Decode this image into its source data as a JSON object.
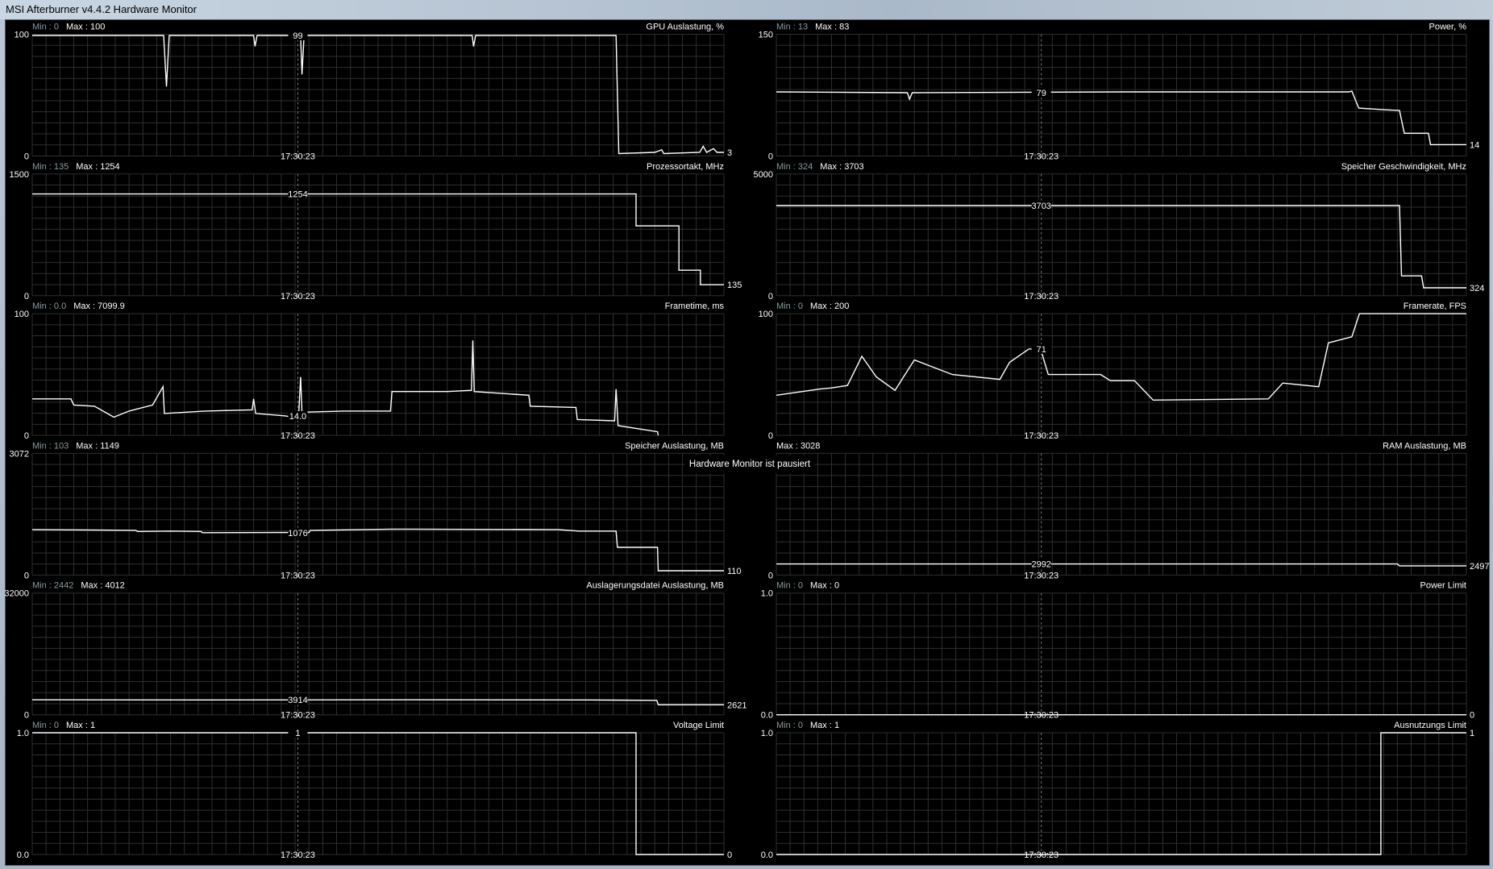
{
  "window": {
    "title": "MSI Afterburner v4.4.2 Hardware Monitor"
  },
  "paused_notice": "Hardware Monitor ist pausiert",
  "cursor_time": "17:30:23",
  "colors": {
    "background": "#000000",
    "grid": "#2e2e2e",
    "line": "#ffffff",
    "min_label": "#8a9aa0"
  },
  "chart_data": [
    {
      "type": "line",
      "title": "GPU Auslastung, %",
      "min_label": "Min : 0",
      "max_label": "Max : 100",
      "ylim": [
        0,
        100
      ],
      "ytick_top": "100",
      "ytick_bottom": "0",
      "cursor_value": "99",
      "end_value": "3",
      "column": "left",
      "row": 0,
      "points": [
        [
          0,
          99
        ],
        [
          19,
          99
        ],
        [
          19.4,
          57
        ],
        [
          19.8,
          99
        ],
        [
          32,
          99
        ],
        [
          32.2,
          90
        ],
        [
          32.5,
          99
        ],
        [
          38.8,
          99
        ],
        [
          39,
          67
        ],
        [
          39.3,
          99
        ],
        [
          63.6,
          99
        ],
        [
          63.8,
          90
        ],
        [
          64.1,
          99
        ],
        [
          84.4,
          99
        ],
        [
          84.8,
          2
        ],
        [
          90,
          3
        ],
        [
          91,
          5
        ],
        [
          91.3,
          2
        ],
        [
          96.5,
          3
        ],
        [
          97,
          8
        ],
        [
          97.5,
          3
        ],
        [
          98.5,
          6
        ],
        [
          99,
          3
        ],
        [
          100,
          3
        ]
      ]
    },
    {
      "type": "line",
      "title": "Power, %",
      "min_label": "Min : 13",
      "max_label": "Max : 83",
      "ylim": [
        0,
        150
      ],
      "ytick_top": "150",
      "ytick_bottom": "0",
      "cursor_value": "79",
      "end_value": "14",
      "column": "right",
      "row": 0,
      "points": [
        [
          0,
          79
        ],
        [
          19,
          78
        ],
        [
          19.3,
          70
        ],
        [
          19.7,
          78
        ],
        [
          50,
          79
        ],
        [
          83,
          79
        ],
        [
          83.4,
          80
        ],
        [
          84.4,
          59
        ],
        [
          88,
          57
        ],
        [
          90.3,
          56
        ],
        [
          91,
          28
        ],
        [
          94.5,
          28
        ],
        [
          94.8,
          14
        ],
        [
          100,
          14
        ]
      ]
    },
    {
      "type": "line",
      "title": "Prozessortakt, MHz",
      "min_label": "Min : 135",
      "max_label": "Max : 1254",
      "ylim": [
        0,
        1500
      ],
      "ytick_top": "1500",
      "ytick_bottom": "0",
      "cursor_value": "1254",
      "end_value": "135",
      "column": "left",
      "row": 1,
      "points": [
        [
          0,
          1254
        ],
        [
          87.3,
          1254
        ],
        [
          87.3,
          860
        ],
        [
          93.5,
          860
        ],
        [
          93.5,
          314
        ],
        [
          96.6,
          314
        ],
        [
          96.6,
          135
        ],
        [
          100,
          135
        ]
      ]
    },
    {
      "type": "line",
      "title": "Speicher Geschwindigkeit, MHz",
      "min_label": "Min : 324",
      "max_label": "Max : 3703",
      "ylim": [
        0,
        5000
      ],
      "ytick_top": "5000",
      "ytick_bottom": "0",
      "cursor_value": "3703",
      "end_value": "324",
      "column": "right",
      "row": 1,
      "points": [
        [
          0,
          3703
        ],
        [
          90.3,
          3703
        ],
        [
          90.6,
          814
        ],
        [
          93.5,
          814
        ],
        [
          93.8,
          324
        ],
        [
          100,
          324
        ]
      ]
    },
    {
      "type": "line",
      "title": "Frametime, ms",
      "min_label": "Min : 0.0",
      "max_label": "Max : 7099.9",
      "ylim": [
        0,
        100
      ],
      "ytick_top": "100",
      "ytick_bottom": "0",
      "cursor_value": "14.0",
      "end_value": "",
      "column": "left",
      "row": 2,
      "points": [
        [
          0,
          30
        ],
        [
          5.6,
          30
        ],
        [
          6,
          25
        ],
        [
          9,
          24
        ],
        [
          11.8,
          15
        ],
        [
          14,
          20
        ],
        [
          17.4,
          25
        ],
        [
          18.9,
          40
        ],
        [
          19.1,
          18
        ],
        [
          25,
          20
        ],
        [
          31.8,
          21
        ],
        [
          32,
          30
        ],
        [
          32.3,
          18
        ],
        [
          36.6,
          16
        ],
        [
          38.5,
          14
        ],
        [
          38.8,
          48
        ],
        [
          39,
          19
        ],
        [
          45,
          20
        ],
        [
          51.8,
          20
        ],
        [
          52,
          36
        ],
        [
          60,
          36
        ],
        [
          63.5,
          37
        ],
        [
          63.7,
          78
        ],
        [
          63.9,
          36
        ],
        [
          71.8,
          33
        ],
        [
          72,
          24
        ],
        [
          78.6,
          23
        ],
        [
          78.8,
          13
        ],
        [
          84.2,
          12
        ],
        [
          84.4,
          38
        ],
        [
          84.7,
          8
        ],
        [
          90.4,
          3
        ],
        [
          90.5,
          0
        ]
      ]
    },
    {
      "type": "line",
      "title": "Framerate, FPS",
      "min_label": "Min : 0",
      "max_label": "Max : 200",
      "ylim": [
        0,
        100
      ],
      "ytick_top": "100",
      "ytick_bottom": "0",
      "cursor_value": "71",
      "end_value": "",
      "column": "right",
      "row": 2,
      "points": [
        [
          0,
          33
        ],
        [
          6.2,
          38
        ],
        [
          8,
          39
        ],
        [
          10.3,
          41
        ],
        [
          12.4,
          65
        ],
        [
          14.5,
          48
        ],
        [
          17.2,
          37
        ],
        [
          20,
          62
        ],
        [
          25.5,
          50
        ],
        [
          32.4,
          46
        ],
        [
          33.8,
          60
        ],
        [
          36.6,
          71
        ],
        [
          38.3,
          71
        ],
        [
          39.4,
          50
        ],
        [
          47,
          50
        ],
        [
          48.4,
          45
        ],
        [
          51.9,
          45
        ],
        [
          54.6,
          29
        ],
        [
          71.3,
          30
        ],
        [
          73.4,
          43
        ],
        [
          78.6,
          40
        ],
        [
          80,
          76
        ],
        [
          83.4,
          81
        ],
        [
          84.5,
          100
        ],
        [
          100,
          100
        ]
      ]
    },
    {
      "type": "line",
      "title": "Speicher Auslastung, MB",
      "min_label": "Min : 103",
      "max_label": "Max : 1149",
      "ylim": [
        0,
        3072
      ],
      "ytick_top": "3072",
      "ytick_bottom": "0",
      "cursor_value": "1076",
      "end_value": "110",
      "column": "left",
      "row": 3,
      "points": [
        [
          0,
          1150
        ],
        [
          15,
          1130
        ],
        [
          15.2,
          1100
        ],
        [
          20,
          1110
        ],
        [
          24.4,
          1100
        ],
        [
          24.6,
          1070
        ],
        [
          39,
          1076
        ],
        [
          40,
          1076
        ],
        [
          40.2,
          1130
        ],
        [
          52,
          1160
        ],
        [
          76,
          1150
        ],
        [
          79,
          1110
        ],
        [
          84.4,
          1110
        ],
        [
          84.6,
          700
        ],
        [
          90.4,
          700
        ],
        [
          90.5,
          110
        ],
        [
          100,
          110
        ]
      ]
    },
    {
      "type": "line",
      "title": "RAM Auslastung, MB",
      "min_label": "",
      "max_label": "Max : 3028",
      "ylim": [
        0,
        32768
      ],
      "ytick_top": "",
      "ytick_bottom": "0",
      "cursor_value": "2992",
      "end_value": "2497",
      "column": "right",
      "row": 3,
      "points": [
        [
          0,
          2992
        ],
        [
          90,
          2992
        ],
        [
          90.3,
          2497
        ],
        [
          100,
          2497
        ]
      ]
    },
    {
      "type": "line",
      "title": "Auslagerungsdatei Auslastung, MB",
      "min_label": "Min : 2442",
      "max_label": "Max : 4012",
      "ylim": [
        0,
        32000
      ],
      "ytick_top": "32000",
      "ytick_bottom": "0",
      "cursor_value": "3914",
      "end_value": "2621",
      "column": "left",
      "row": 4,
      "points": [
        [
          0,
          3950
        ],
        [
          25,
          3900
        ],
        [
          38.4,
          3914
        ],
        [
          55,
          3950
        ],
        [
          80,
          3900
        ],
        [
          90.3,
          3800
        ],
        [
          90.5,
          2621
        ],
        [
          100,
          2621
        ]
      ]
    },
    {
      "type": "line",
      "title": "Power Limit",
      "min_label": "Min : 0",
      "max_label": "Max : 0",
      "ylim": [
        0,
        1
      ],
      "ytick_top": "1.0",
      "ytick_bottom": "0.0",
      "cursor_value": "",
      "end_value": "0",
      "column": "right",
      "row": 4,
      "points": [
        [
          0,
          0
        ],
        [
          100,
          0
        ]
      ]
    },
    {
      "type": "line",
      "title": "Voltage Limit",
      "min_label": "Min : 0",
      "max_label": "Max : 1",
      "ylim": [
        0,
        1
      ],
      "ytick_top": "1.0",
      "ytick_bottom": "0.0",
      "cursor_value": "1",
      "end_value": "0",
      "column": "left",
      "row": 5,
      "points": [
        [
          0,
          1
        ],
        [
          87.3,
          1
        ],
        [
          87.3,
          0
        ],
        [
          100,
          0
        ]
      ]
    },
    {
      "type": "line",
      "title": "Ausnutzungs Limit",
      "min_label": "Min : 0",
      "max_label": "Max : 1",
      "ylim": [
        0,
        1
      ],
      "ytick_top": "1.0",
      "ytick_bottom": "0.0",
      "cursor_value": "",
      "end_value": "1",
      "column": "right",
      "row": 5,
      "points": [
        [
          0,
          0
        ],
        [
          87.6,
          0
        ],
        [
          87.6,
          1
        ],
        [
          100,
          1
        ]
      ]
    }
  ],
  "cursor_position": 38.4
}
